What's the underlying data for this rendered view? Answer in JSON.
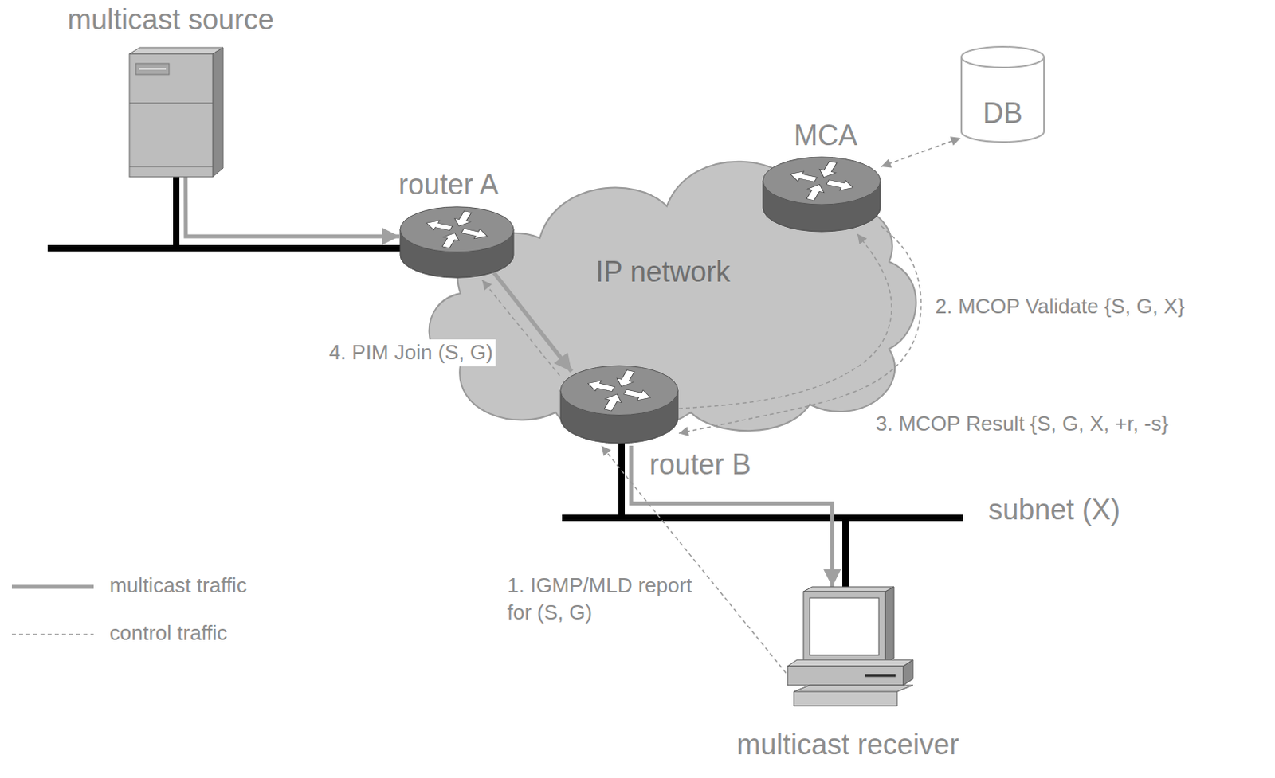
{
  "diagram": {
    "nodes": [
      {
        "text": [
          "multicast source"
        ]
      },
      {
        "text": [
          "IP network"
        ]
      },
      {
        "text": [
          "router A"
        ],
        "in": 1
      },
      {
        "text": [
          "MCA"
        ],
        "in": 1
      },
      {
        "text": [
          "DB"
        ]
      },
      {
        "text": [
          "router B"
        ],
        "in": 1
      },
      {
        "text": [
          "multicast receiver"
        ]
      }
    ],
    "edges": [
      {
        "from": 3,
        "to": 4,
        "arrow": "both"
      },
      {
        "from": 5,
        "to": 3,
        "label": "2. MCOP Validate {S, G, X}",
        "arrow": "to"
      },
      {
        "from": 3,
        "to": 5,
        "label": "3. MCOP Result {S, G, X, +r, -s}",
        "arrow": "to"
      },
      {
        "from": 5,
        "to": 2,
        "label": "4. PIM Join (S, G)",
        "arrow": "to"
      },
      {
        "from": 0,
        "to": 2,
        "arrow": "to"
      },
      {
        "from": 2,
        "to": 5,
        "arrow": "to"
      },
      {
        "from": 5,
        "to": 6,
        "arrow": "to"
      },
      {
        "from": 6,
        "to": 5,
        "label": "1. IGMP/MLD report for (S, G)",
        "arrow": "to"
      }
    ],
    "labels": [
      "subnet (X)"
    ],
    "legend": [
      {
        "text": "multicast traffic"
      },
      {
        "text": "control traffic"
      }
    ]
  }
}
